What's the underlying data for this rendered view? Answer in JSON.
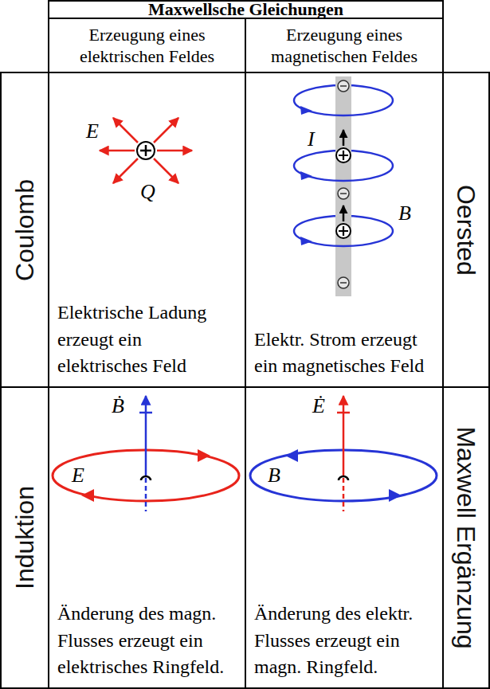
{
  "diagram": {
    "title": "Maxwellsche Gleichungen",
    "nodes": [
      {
        "text": [
          "Erzeugung eines elektrischen Feldes"
        ]
      },
      {
        "text": [
          "Erzeugung eines magnetischen Feldes"
        ]
      },
      {
        "text": [
          "Coulomb"
        ]
      },
      {
        "text": [
          "Elektrische Ladung erzeugt ein elektrisches Feld"
        ]
      },
      {
        "text": [
          "Elektr. Strom erzeugt ein magnetisches Feld"
        ]
      },
      {
        "text": [
          "Oersted"
        ]
      },
      {
        "text": [
          "Induktion"
        ]
      },
      {
        "text": [
          "Änderung des magn. Flusses erzeugt ein elektrisches Ringfeld."
        ]
      },
      {
        "text": [
          "Änderung des elektr. Flusses erzeugt ein magn. Ringfeld."
        ]
      },
      {
        "text": [
          "Maxwell Ergänzung"
        ]
      }
    ],
    "labels": [
      "E",
      "Q",
      "I",
      "B",
      "Ḃ",
      "E",
      "Ė",
      "B"
    ]
  }
}
